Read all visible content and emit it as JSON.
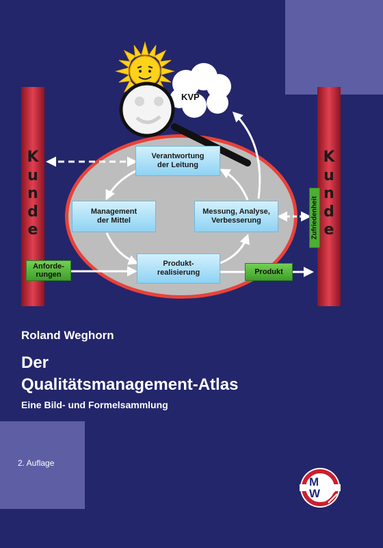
{
  "diagram": {
    "kunde_left": [
      "K",
      "u",
      "n",
      "d",
      "e"
    ],
    "kunde_right": [
      "K",
      "u",
      "n",
      "d",
      "e"
    ],
    "kvp": "KVP",
    "node_verantwortung": "Verantwortung\nder Leitung",
    "node_management": "Management\nder Mittel",
    "node_messung": "Messung, Analyse,\nVerbesserung",
    "node_produktrealisierung": "Produkt-\nrealisierung",
    "anforderungen": "Anforde-\nrungen",
    "produkt": "Produkt",
    "zufriedenheit": "Zufriedenheit"
  },
  "cover": {
    "author": "Roland Weghorn",
    "title_line1": "Der",
    "title_line2": "Qualitätsmanagement-Atlas",
    "subtitle": "Eine Bild- und Formelsammlung",
    "edition": "2. Auflage"
  },
  "colors": {
    "background": "#23266b",
    "accent_panel": "#5e5ea4",
    "customer_bar": "#e04050",
    "process_box": "#a8def6",
    "green_box": "#4caf32"
  },
  "icons": [
    "sun-icon",
    "cloud-icon",
    "magnifier-icon",
    "publisher-logo"
  ]
}
